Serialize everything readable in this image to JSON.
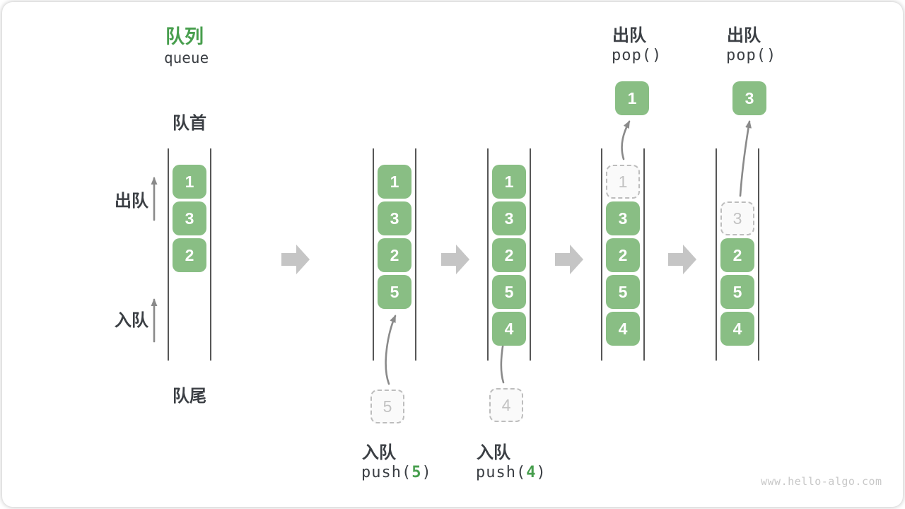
{
  "header": {
    "title_zh": "队列",
    "title_en": "queue"
  },
  "labels": {
    "front": "队首",
    "rear": "队尾",
    "dequeue": "出队",
    "enqueue": "入队"
  },
  "operations": {
    "push5": {
      "name": "入队",
      "call_pre": "push(",
      "call_arg": "5",
      "call_post": ")"
    },
    "push4": {
      "name": "入队",
      "call_pre": "push(",
      "call_arg": "4",
      "call_post": ")"
    },
    "pop1": {
      "name": "出队",
      "call": "pop()",
      "popped_value": "1"
    },
    "pop3": {
      "name": "出队",
      "call": "pop()",
      "popped_value": "3"
    }
  },
  "states": [
    {
      "cells": [
        "1",
        "3",
        "2"
      ]
    },
    {
      "cells": [
        "1",
        "3",
        "2",
        "5"
      ],
      "staged": "5"
    },
    {
      "cells": [
        "1",
        "3",
        "2",
        "5",
        "4"
      ],
      "staged": "4"
    },
    {
      "ghost": "1",
      "cells": [
        "3",
        "2",
        "5",
        "4"
      ]
    },
    {
      "ghost": "3",
      "cells": [
        "2",
        "5",
        "4"
      ]
    }
  ],
  "watermark": "www.hello-algo.com",
  "colors": {
    "accent_green": "#479E4D",
    "cell_green": "#89BE84",
    "ghost_border": "#BDBDBD",
    "block_arrow": "#C5C5C5",
    "thin_arrow": "#8A8A8A",
    "queue_wall": "#565656",
    "text_dark": "#3B3F44",
    "watermark_gray": "#C8C8C8"
  }
}
